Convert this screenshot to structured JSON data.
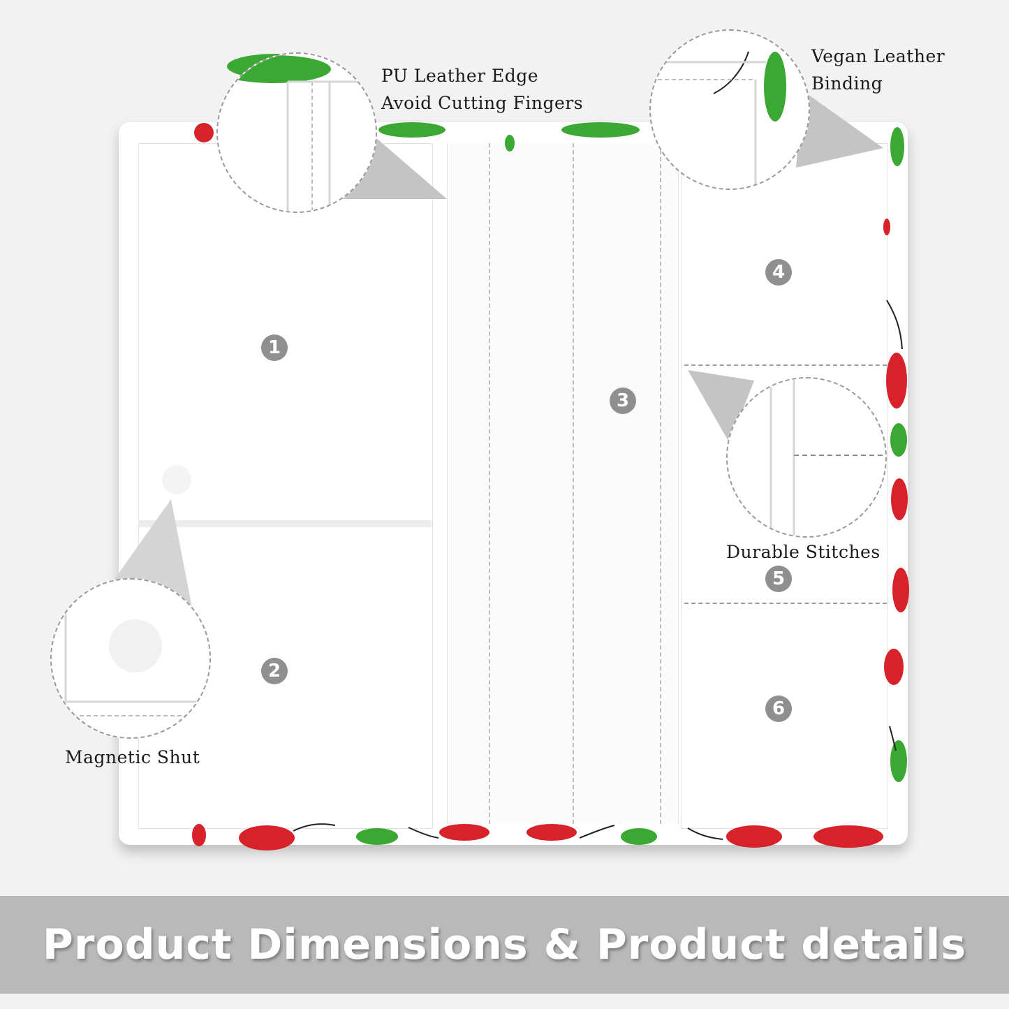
{
  "callouts": {
    "pu_edge_line1": "PU Leather Edge",
    "pu_edge_line2": "Avoid Cutting Fingers",
    "vegan_line1": "Vegan Leather",
    "vegan_line2": "Binding",
    "stitches": "Durable Stitches",
    "magnetic": "Magnetic Shut"
  },
  "pockets": [
    "1",
    "2",
    "3",
    "4",
    "5",
    "6"
  ],
  "footer": {
    "title": "Product Dimensions & Product details"
  },
  "colors": {
    "cherry_red": "#d8222a",
    "leaf_green": "#3aa832",
    "footer_band": "#b9b9b9"
  },
  "icons": [
    "cherry-icon",
    "leaf-icon"
  ]
}
